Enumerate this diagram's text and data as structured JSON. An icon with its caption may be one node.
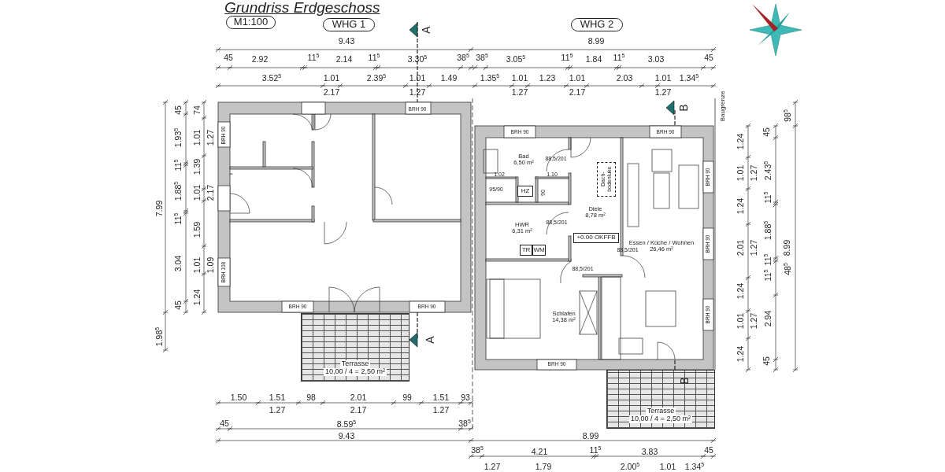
{
  "diagram": {
    "title": "Grundriss Erdgeschoss",
    "nodes": [
      {
        "text": [
          "M1:100"
        ]
      },
      {
        "text": [
          "WHG 1"
        ]
      },
      {
        "text": [
          "WHG 2"
        ]
      },
      {
        "text": [
          "Bad",
          "6,50 m²"
        ]
      },
      {
        "text": [
          "Dach- bodenluke"
        ]
      },
      {
        "text": [
          "HZ"
        ]
      },
      {
        "text": [
          "Diele",
          "8,78 m²"
        ]
      },
      {
        "text": [
          "HWR",
          "6,31 m²"
        ]
      },
      {
        "text": [
          "+0.00 OKFFB"
        ]
      },
      {
        "text": [
          "Essen / Küche / Wohnen",
          "26,46 m²"
        ]
      },
      {
        "text": [
          "TR"
        ]
      },
      {
        "text": [
          "WM"
        ]
      },
      {
        "text": [
          "Schlafen",
          "14,38 m²"
        ]
      },
      {
        "text": [
          "Terrasse",
          "10,00 / 4 = 2,50 m²"
        ]
      },
      {
        "text": [
          "Terrasse",
          "10,00 / 4 = 2,50 m²"
        ]
      }
    ],
    "labels": [
      "A",
      "9.43",
      "8.99",
      "45",
      "2.92",
      "11$^{5}$",
      "2.14",
      "11$^{5}$",
      "3.30$^{5}$",
      "38$^{5}$",
      "38$^{5}$",
      "3.05$^{5}$",
      "11$^{5}$",
      "1.84",
      "11$^{5}$",
      "3.03",
      "45",
      "3.52$^{5}$",
      "1.01",
      "2.39$^{5}$",
      "1.01",
      "1.49",
      "1.35$^{5}$",
      "1.01",
      "1.23",
      "1.01",
      "2.03",
      "1.01",
      "1.34$^{5}$",
      "2.17",
      "1.27",
      "1.27",
      "2.17",
      "1.27",
      "Baugrenze",
      "B",
      "98$^{5}$",
      "45",
      "74",
      "1.93$^{5}$",
      "1.01",
      "1.27",
      "11$^{5}$",
      "1.39",
      "1.88$^{5}$",
      "1.01",
      "2.17",
      "7.99",
      "11$^{5}$",
      "1.59",
      "3.04",
      "1.01",
      "1.09",
      "1.24",
      "45",
      "1.98$^{5}$",
      "BRH 90",
      "BRH 90",
      "BRH 108",
      "BRH 90",
      "BRH 90",
      "A",
      "BRH 90",
      "BRH 90",
      "88,5/201",
      "1.02",
      "1.10",
      "95/90",
      "90",
      "88,5/201",
      "88,5/201",
      "88,5/201",
      "BRH 90",
      "BRH 90",
      "BRH 90",
      "BRH 90",
      "45",
      "1.24",
      "1.01",
      "1.27",
      "2.43$^{5}$",
      "11$^{5}$",
      "1.24",
      "1.88$^{5}$",
      "2.01",
      "1.27",
      "8.99",
      "11$^{5}$",
      "11$^{5}$",
      "48$^{5}$",
      "1.24",
      "1.01",
      "1.27",
      "2.94",
      "1.24",
      "45",
      "B",
      "1.50",
      "1.51",
      "98",
      "2.01",
      "99",
      "1.51",
      "93",
      "1.27",
      "2.17",
      "1.27",
      "45",
      "8.59$^{5}$",
      "38$^{5}$",
      "9.43",
      "8.99",
      "38$^{5}$",
      "4.21",
      "11$^{5}$",
      "3.83",
      "45",
      "1.27",
      "1.79",
      "2.00$^{5}$",
      "1.01",
      "1.34$^{5}$"
    ]
  }
}
